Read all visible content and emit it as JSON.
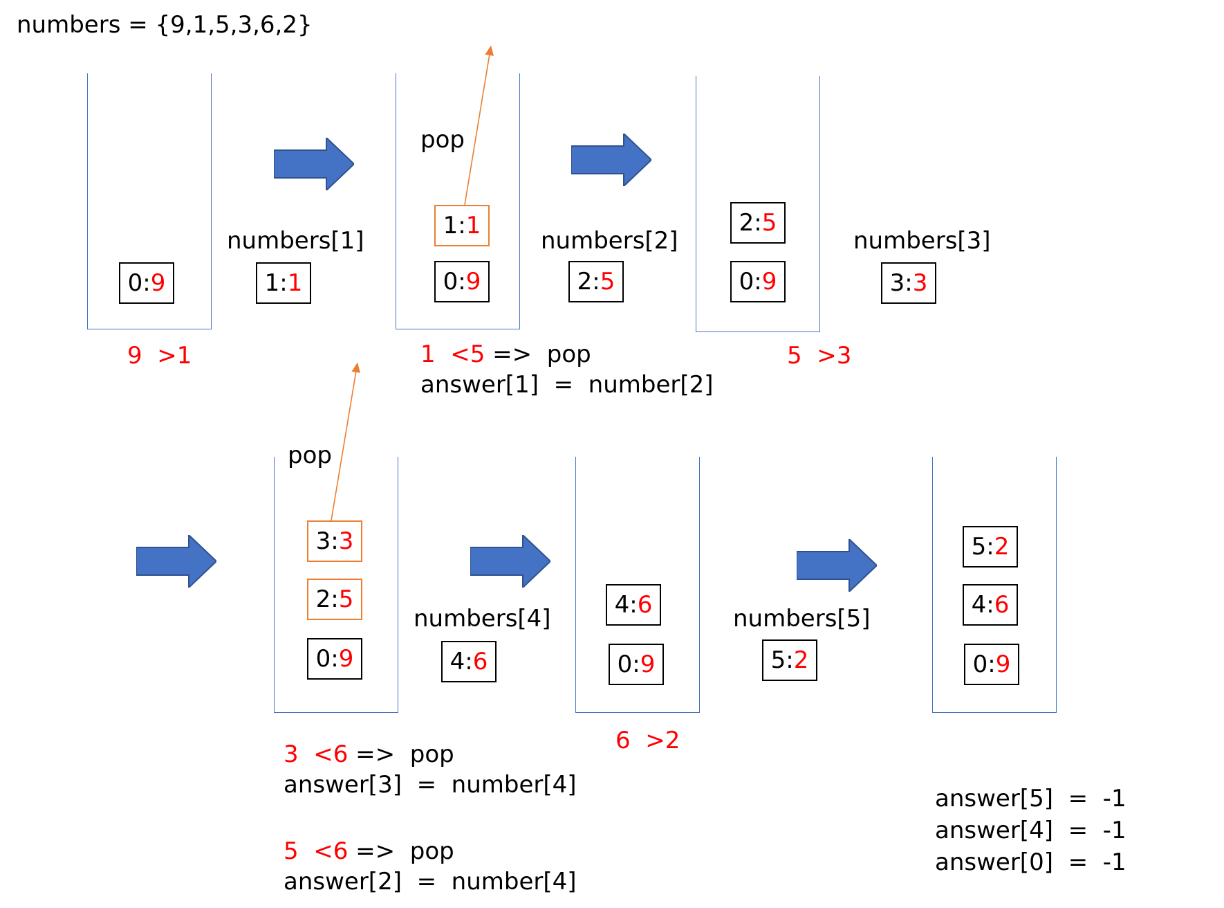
{
  "title": "numbers = {9,1,5,3,6,2}",
  "labels": {
    "pop": "pop",
    "n1": "numbers[1]",
    "n2": "numbers[2]",
    "n3": "numbers[3]",
    "n4": "numbers[4]",
    "n5": "numbers[5]"
  },
  "cells": {
    "s1_0": {
      "idx": "0:",
      "val": "9"
    },
    "in1": {
      "idx": "1:",
      "val": "1"
    },
    "s2_1": {
      "idx": "1:",
      "val": "1"
    },
    "s2_0": {
      "idx": "0:",
      "val": "9"
    },
    "in2": {
      "idx": "2:",
      "val": "5"
    },
    "s3_2": {
      "idx": "2:",
      "val": "5"
    },
    "s3_0": {
      "idx": "0:",
      "val": "9"
    },
    "in3": {
      "idx": "3:",
      "val": "3"
    },
    "s4_3": {
      "idx": "3:",
      "val": "3"
    },
    "s4_2": {
      "idx": "2:",
      "val": "5"
    },
    "s4_0": {
      "idx": "0:",
      "val": "9"
    },
    "in4": {
      "idx": "4:",
      "val": "6"
    },
    "s5_4": {
      "idx": "4:",
      "val": "6"
    },
    "s5_0": {
      "idx": "0:",
      "val": "9"
    },
    "in5": {
      "idx": "5:",
      "val": "2"
    },
    "s6_5": {
      "idx": "5:",
      "val": "2"
    },
    "s6_4": {
      "idx": "4:",
      "val": "6"
    },
    "s6_0": {
      "idx": "0:",
      "val": "9"
    }
  },
  "comparisons": {
    "c1": "9  >1",
    "c2": "1  <5",
    "c2_action": " =>  pop",
    "c2_answer": "answer[1]  =  number[2]",
    "c3": "5  >3",
    "c4": "3  <6",
    "c4_action": " =>  pop",
    "c4_answer": "answer[3]  =  number[4]",
    "c5": "5  <6",
    "c5_action": " =>  pop",
    "c5_answer": "answer[2]  =  number[4]",
    "c6": "6  >2"
  },
  "final_answers": [
    "answer[5]  =  -1",
    "answer[4]  =  -1",
    "answer[0]  =  -1"
  ],
  "colors": {
    "stack_outline": "#4472c4",
    "arrow_fill": "#4472c4",
    "highlight": "#ff0000",
    "popped": "#ed7d31"
  }
}
